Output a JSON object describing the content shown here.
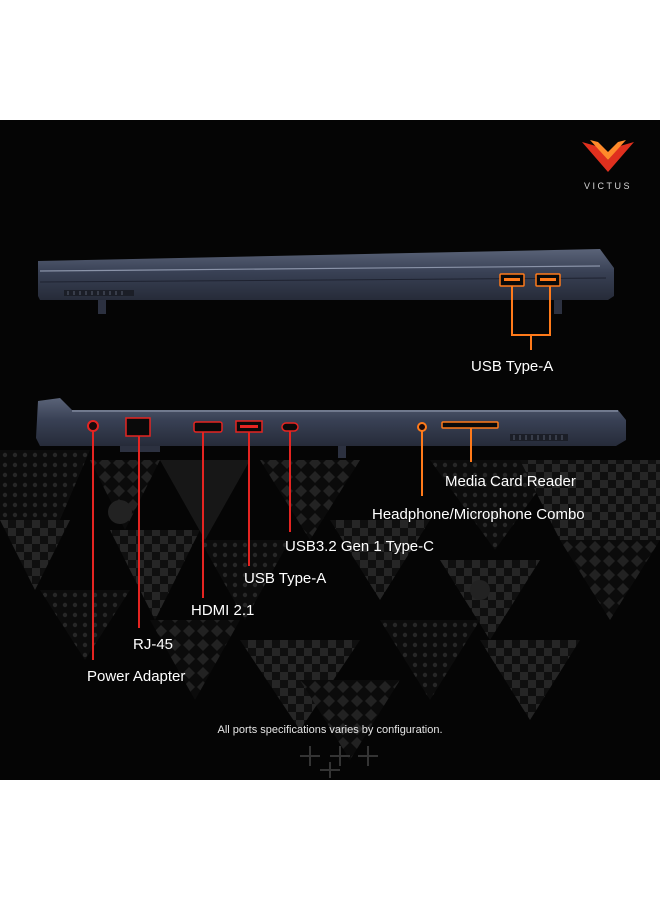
{
  "brand": {
    "name": "VICTUS",
    "logo_colors": [
      "#ff5a1f",
      "#e0301e",
      "#ff8a2a"
    ]
  },
  "colors": {
    "background": "#050505",
    "callout_orange": "#ff7a1a",
    "callout_red": "#e52421",
    "chassis": "#3c4458"
  },
  "top_view": {
    "callouts": [
      {
        "label": "USB Type-A",
        "icon": "usb-type-a-port"
      }
    ]
  },
  "bottom_view": {
    "callouts": [
      {
        "label": "Media Card Reader",
        "icon": "sd-card-slot"
      },
      {
        "label": "Headphone/Microphone Combo",
        "icon": "audio-jack"
      },
      {
        "label": "USB3.2 Gen 1 Type-C",
        "icon": "usb-type-c-port"
      },
      {
        "label": "USB Type-A",
        "icon": "usb-type-a-port"
      },
      {
        "label": "HDMI 2.1",
        "icon": "hdmi-port"
      },
      {
        "label": "RJ-45",
        "icon": "ethernet-port"
      },
      {
        "label": "Power Adapter",
        "icon": "power-port"
      }
    ]
  },
  "footnote": "All ports specifications varies by configuration."
}
